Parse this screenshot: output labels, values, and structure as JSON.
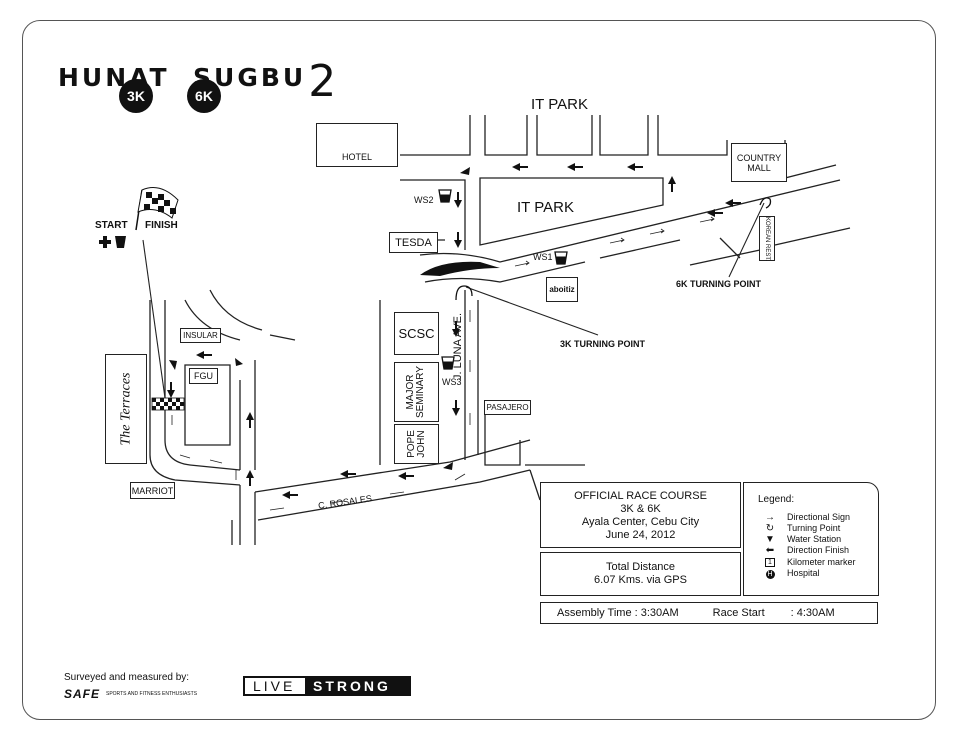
{
  "header": {
    "title_word1": "HUNAT",
    "title_word2": "SUGBU",
    "title_number": "2",
    "badges": [
      "3K",
      "6K"
    ]
  },
  "places": {
    "it_park_top": "IT PARK",
    "it_park_inner": "IT PARK",
    "hotel": "HOTEL",
    "country_mall": "COUNTRY MALL",
    "tesda": "TESDA",
    "korean_rest": "KOREAN REST.",
    "aboitiz": "aboitiz",
    "scsc": "SCSC",
    "major_seminary": "MAJOR SEMINARY",
    "pope_john": "POPE JOHN",
    "insular": "INSULAR",
    "fgu": "FGU",
    "marriot": "MARRIOT",
    "pasajero": "PASAJERO",
    "the_terraces": "The Terraces"
  },
  "streets": {
    "j_luna": "J. LUNA AVE.",
    "c_rosales": "C. ROSALES"
  },
  "water_stations": [
    "WS2",
    "WS1",
    "WS3"
  ],
  "markers": {
    "start_finish_start": "START",
    "start_finish_finish": "FINISH",
    "turn_3k": "3K TURNING POINT",
    "turn_6k": "6K TURNING POINT"
  },
  "race_info": {
    "line1": "OFFICIAL RACE COURSE",
    "line2": "3K & 6K",
    "line3": "Ayala Center, Cebu City",
    "line4": "June 24, 2012",
    "distance_label": "Total Distance",
    "distance_value": "6.07 Kms. via GPS",
    "assembly": "Assembly Time :  3:30AM",
    "race_start": "Race Start",
    "race_start_time": ":  4:30AM"
  },
  "legend": {
    "title": "Legend:",
    "items": [
      {
        "icon": "directional-sign-icon",
        "label": "Directional Sign"
      },
      {
        "icon": "turning-point-icon",
        "label": "Turning Point"
      },
      {
        "icon": "water-station-icon",
        "label": "Water Station"
      },
      {
        "icon": "direction-finish-icon",
        "label": "Direction Finish"
      },
      {
        "icon": "kilometer-marker-icon",
        "label": "Kilometer marker"
      },
      {
        "icon": "hospital-icon",
        "label": "Hospital"
      }
    ]
  },
  "footer": {
    "surveyed": "Surveyed and measured by:",
    "safe_logo": "SAFE",
    "safe_text": "SPORTS AND FITNESS ENTHUSIASTS",
    "livestrong_a": "LIVE",
    "livestrong_b": "STRONG"
  }
}
